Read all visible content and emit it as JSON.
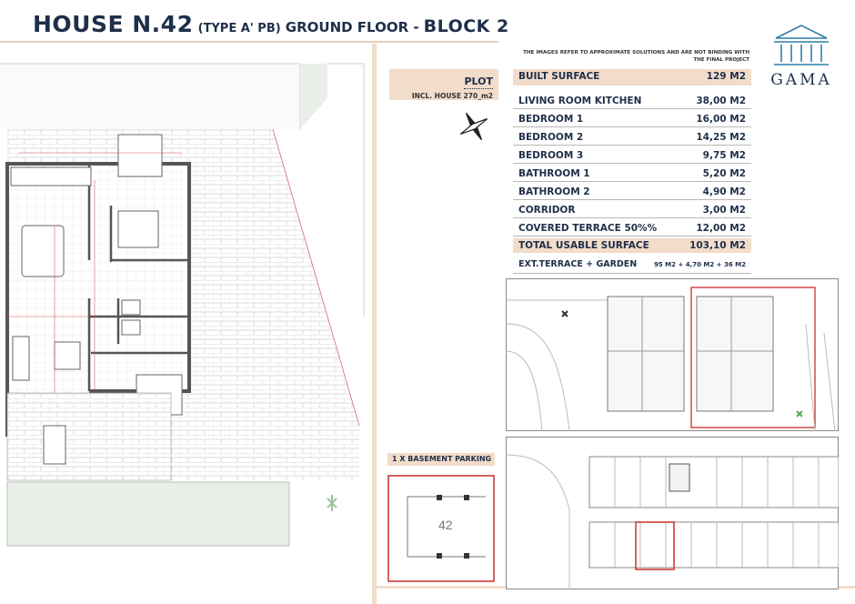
{
  "header": {
    "house": "HOUSE N.42",
    "type": "(TYPE A' PB)",
    "floor": "GROUND FLOOR -",
    "block": "BLOCK 2"
  },
  "logo": {
    "text": "GAMA"
  },
  "disclaimer": "THE IMAGES REFER TO APPROXIMATE SOLUTIONS AND ARE NOT BINDING WITH THE FINAL PROJECT",
  "plot": {
    "label": "PLOT",
    "value": "INCL. HOUSE 270_m2"
  },
  "areas": {
    "built": {
      "name": "BUILT SURFACE",
      "value": "129 M2"
    },
    "rooms": [
      {
        "name": "LIVING ROOM KITCHEN",
        "value": "38,00 M2"
      },
      {
        "name": "BEDROOM 1",
        "value": "16,00 M2"
      },
      {
        "name": "BEDROOM 2",
        "value": "14,25 M2"
      },
      {
        "name": "BEDROOM 3",
        "value": "9,75 M2"
      },
      {
        "name": "BATHROOM 1",
        "value": "5,20 M2"
      },
      {
        "name": "BATHROOM 2",
        "value": "4,90 M2"
      },
      {
        "name": "CORRIDOR",
        "value": "3,00 M2"
      },
      {
        "name": "COVERED TERRACE 50%%",
        "value": "12,00 M2"
      }
    ],
    "total": {
      "name": "TOTAL USABLE SURFACE",
      "value": "103,10 M2"
    },
    "ext": {
      "name": "EXT.TERRACE + GARDEN",
      "value": "95 M2 + 4,70 M2 + 36 M2"
    }
  },
  "parking": {
    "label": "1 X BASEMENT PARKING",
    "number": "42"
  },
  "colors": {
    "navy": "#1f2f4a",
    "beige": "#f2dcca",
    "red": "#d13a3a",
    "garden": "#e8efe6"
  }
}
